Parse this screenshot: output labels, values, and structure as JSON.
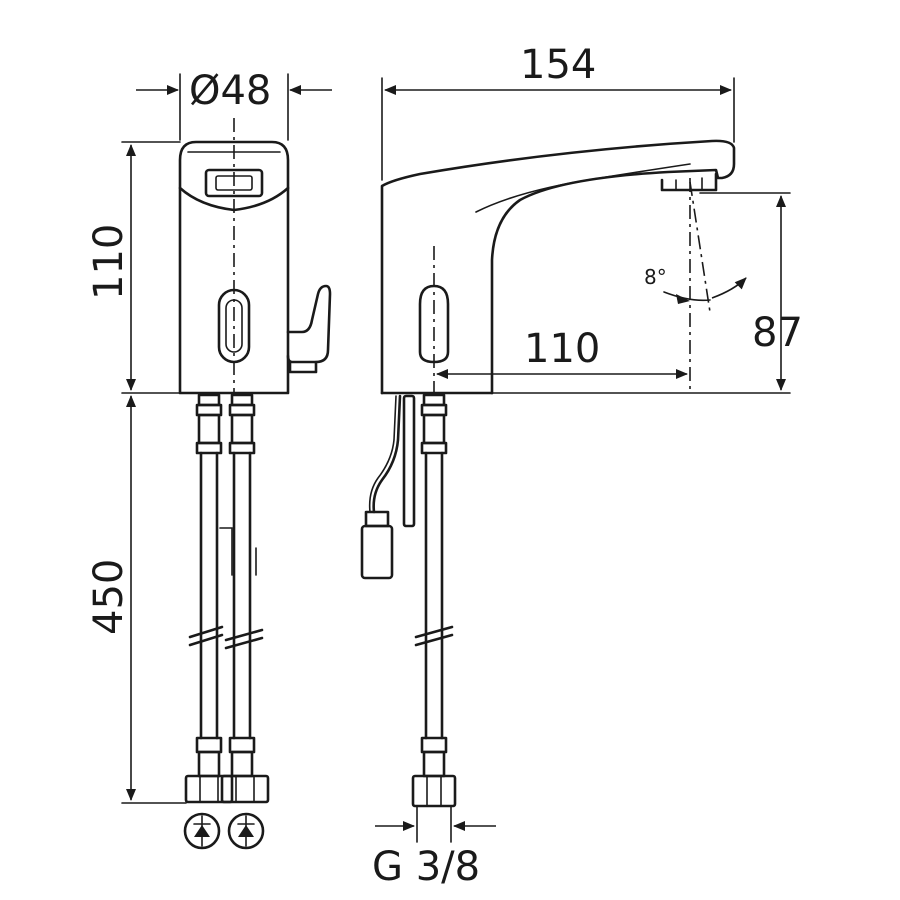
{
  "dimensions": {
    "diameter": "Ø48",
    "height_body": "110",
    "length_pipes": "450",
    "width_total": "154",
    "spout_reach": "110",
    "spout_height": "87",
    "angle": "8°",
    "thread": "G 3/8"
  }
}
